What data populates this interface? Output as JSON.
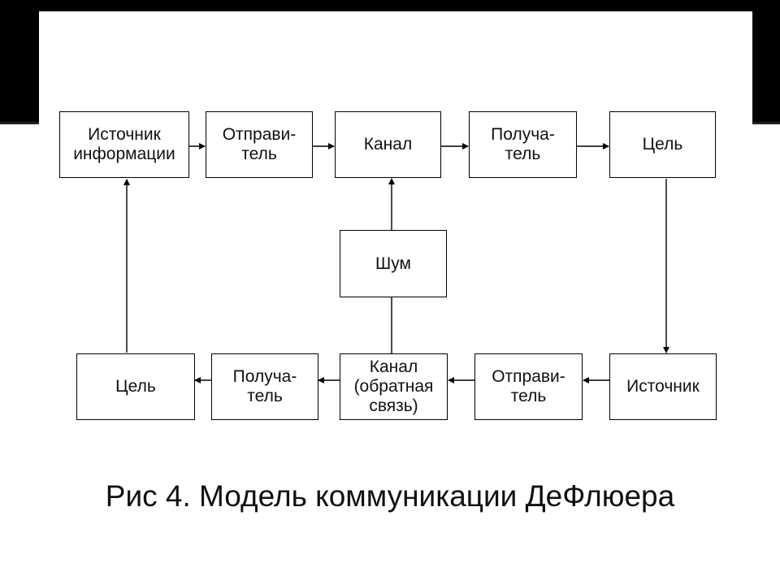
{
  "boxes": {
    "top_source": "Источник\nинформации",
    "top_sender": "Отправи-\nтель",
    "top_channel": "Канал",
    "top_receiver": "Получа-\nтель",
    "top_goal": "Цель",
    "noise": "Шум",
    "bottom_source": "Источник",
    "bottom_sender": "Отправи-\nтель",
    "bottom_channel": "Канал\n(обратная\nсвязь)",
    "bottom_receiver": "Получа-\nтель",
    "bottom_goal": "Цель"
  },
  "caption": "Рис 4. Модель коммуникации ДеФлюера"
}
